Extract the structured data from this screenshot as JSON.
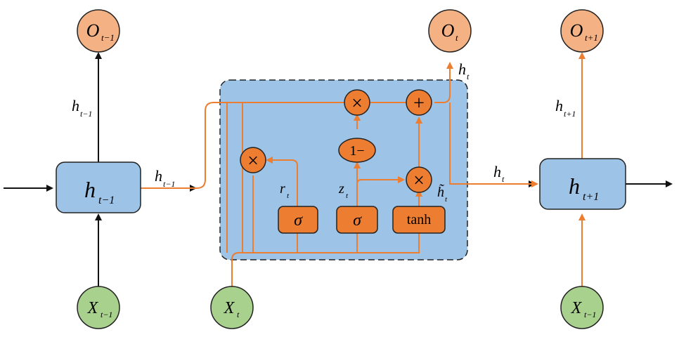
{
  "colors": {
    "orange": "#ED7D31",
    "orange_fill": "#F4B183",
    "blue_fill": "#9DC3E6",
    "green_fill": "#A9D18E",
    "edge": "#222222",
    "background": "#ffffff"
  },
  "outputs": [
    {
      "base": "O",
      "sub": "t−1"
    },
    {
      "base": "O",
      "sub": "t"
    },
    {
      "base": "O",
      "sub": "t+1"
    }
  ],
  "inputs": [
    {
      "base": "X",
      "sub": "t−1"
    },
    {
      "base": "X",
      "sub": "t"
    },
    {
      "base": "X",
      "sub": "t−1"
    }
  ],
  "hidden_states": [
    {
      "base": "h",
      "sub": "t−1"
    },
    {
      "base": "h",
      "sub": "t+1"
    }
  ],
  "edge_labels": {
    "h_prev_up": {
      "base": "h",
      "sub": "t−1"
    },
    "h_prev_right": {
      "base": "h",
      "sub": "t−1"
    },
    "h_t_up": {
      "base": "h",
      "sub": "t"
    },
    "h_t_right": {
      "base": "h",
      "sub": "t"
    },
    "h_next_up": {
      "base": "h",
      "sub": "t+1"
    },
    "r_t": {
      "base": "r",
      "sub": "t"
    },
    "z_t": {
      "base": "z",
      "sub": "t"
    },
    "h_tilde": {
      "base": "h̃",
      "sub": "t"
    }
  },
  "gates": {
    "reset": "σ",
    "update": "σ",
    "candidate": "tanh"
  },
  "operators": {
    "multiply": "×",
    "add": "+",
    "one_minus": "1−"
  }
}
